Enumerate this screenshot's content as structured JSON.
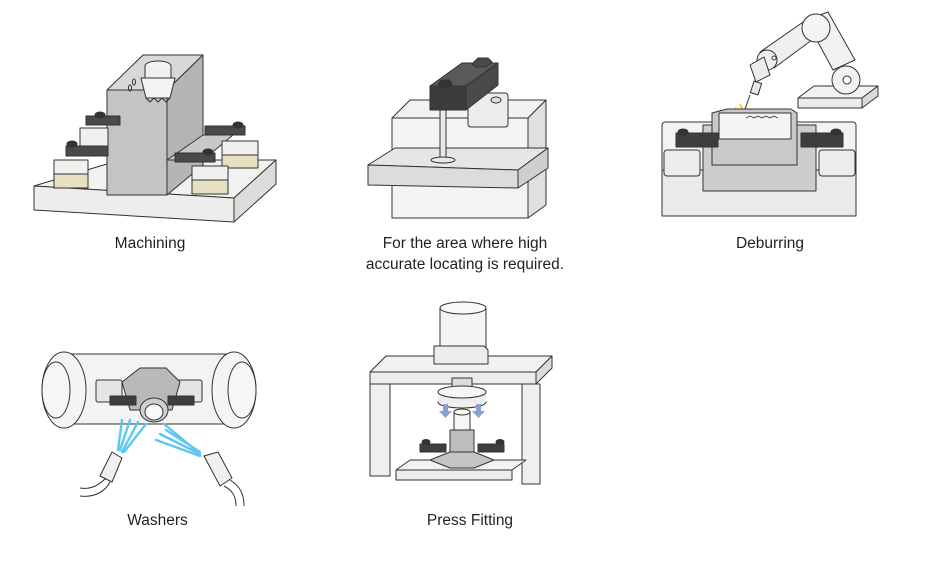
{
  "figure": {
    "panels": [
      {
        "id": "machining",
        "caption": [
          "Machining"
        ]
      },
      {
        "id": "locating",
        "caption": [
          "For the area where high",
          "accurate locating is required."
        ]
      },
      {
        "id": "deburring",
        "caption": [
          "Deburring"
        ]
      },
      {
        "id": "washers",
        "caption": [
          "Washers"
        ]
      },
      {
        "id": "press-fitting",
        "caption": [
          "Press Fitting"
        ]
      }
    ],
    "colors": {
      "outline": "#333333",
      "metal_light": "#ececec",
      "metal_mid": "#c9c9c9",
      "metal_dark": "#a8a8a8",
      "clamp_arm": "#4a4a4a",
      "base_tan": "#e6e0c0",
      "spray_blue": "#5cc8ef",
      "spark_yellow": "#f7c100",
      "arrow_blue": "#8aa0d0"
    }
  }
}
